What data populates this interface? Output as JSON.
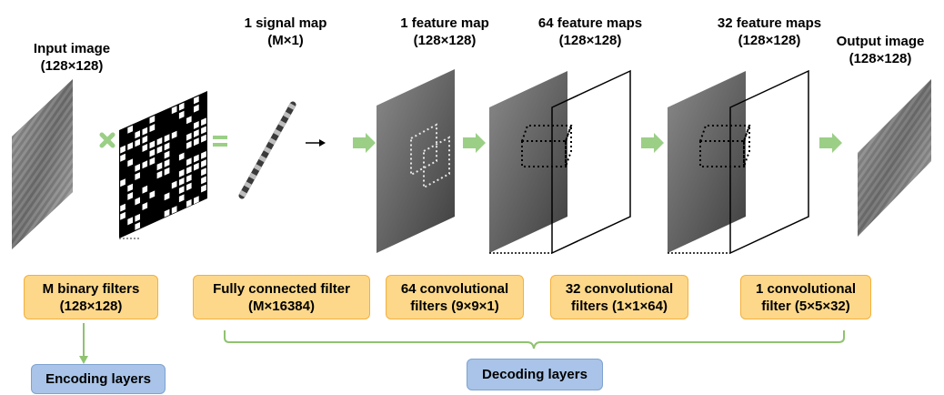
{
  "labels": {
    "input": {
      "line1": "Input image",
      "line2": "(128×128)"
    },
    "signal": {
      "line1": "1 signal map",
      "line2": "(M×1)"
    },
    "feature1": {
      "line1": "1 feature map",
      "line2": "(128×128)"
    },
    "feature64": {
      "line1": "64 feature maps",
      "line2": "(128×128)"
    },
    "feature32": {
      "line1": "32 feature maps",
      "line2": "(128×128)"
    },
    "output": {
      "line1": "Output image",
      "line2": "(128×128)"
    }
  },
  "boxes": {
    "binary": {
      "line1": "M binary filters",
      "line2": "(128×128)"
    },
    "fc": {
      "line1": "Fully connected filter",
      "line2": "(M×16384)"
    },
    "conv64": {
      "line1": "64 convolutional",
      "line2": "filters (9×9×1)"
    },
    "conv32": {
      "line1": "32 convolutional",
      "line2": "filters (1×1×64)"
    },
    "conv1": {
      "line1": "1 convolutional",
      "line2": "filter (5×5×32)"
    },
    "encoding": {
      "line1": "Encoding layers"
    },
    "decoding": {
      "line1": "Decoding layers"
    }
  },
  "colors": {
    "arrow_green": "#9bcf86",
    "box_orange": "#fdd88a",
    "box_blue": "#a9c4e8",
    "bracket_green": "#8fc36f"
  }
}
